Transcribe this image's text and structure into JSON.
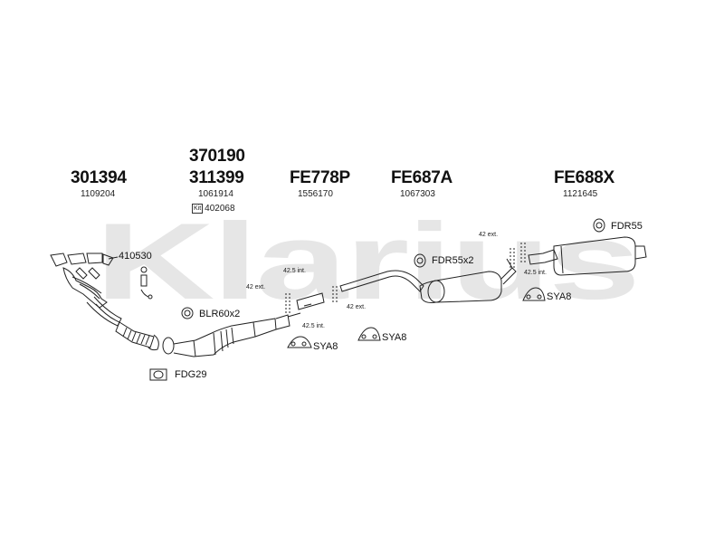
{
  "watermark": {
    "text": "Klarius",
    "color": "#e6e6e6"
  },
  "parts": [
    {
      "part_no": "301394",
      "oe": "1109204"
    },
    {
      "part_no_top": "370190",
      "part_no": "311399",
      "oe": "1061914",
      "kit_label": "Kit",
      "kit_no": "402068"
    },
    {
      "part_no": "FE778P",
      "oe": "1556170"
    },
    {
      "part_no": "FE687A",
      "oe": "1067303"
    },
    {
      "part_no": "FE688X",
      "oe": "1121645"
    }
  ],
  "labels": {
    "gasket_manifold": "410530",
    "blr": "BLR60x2",
    "fdg": "FDG29",
    "sya8_1": "SYA8",
    "sya8_2": "SYA8",
    "sya8_3": "SYA8",
    "fdr55x2": "FDR55x2",
    "fdr55": "FDR55"
  },
  "dims": {
    "d1": "42 ext.",
    "d2": "42.5 int.",
    "d3": "42.5 int.",
    "d4": "42 ext.",
    "d5": "42 ext.",
    "d6": "42.5 int."
  }
}
